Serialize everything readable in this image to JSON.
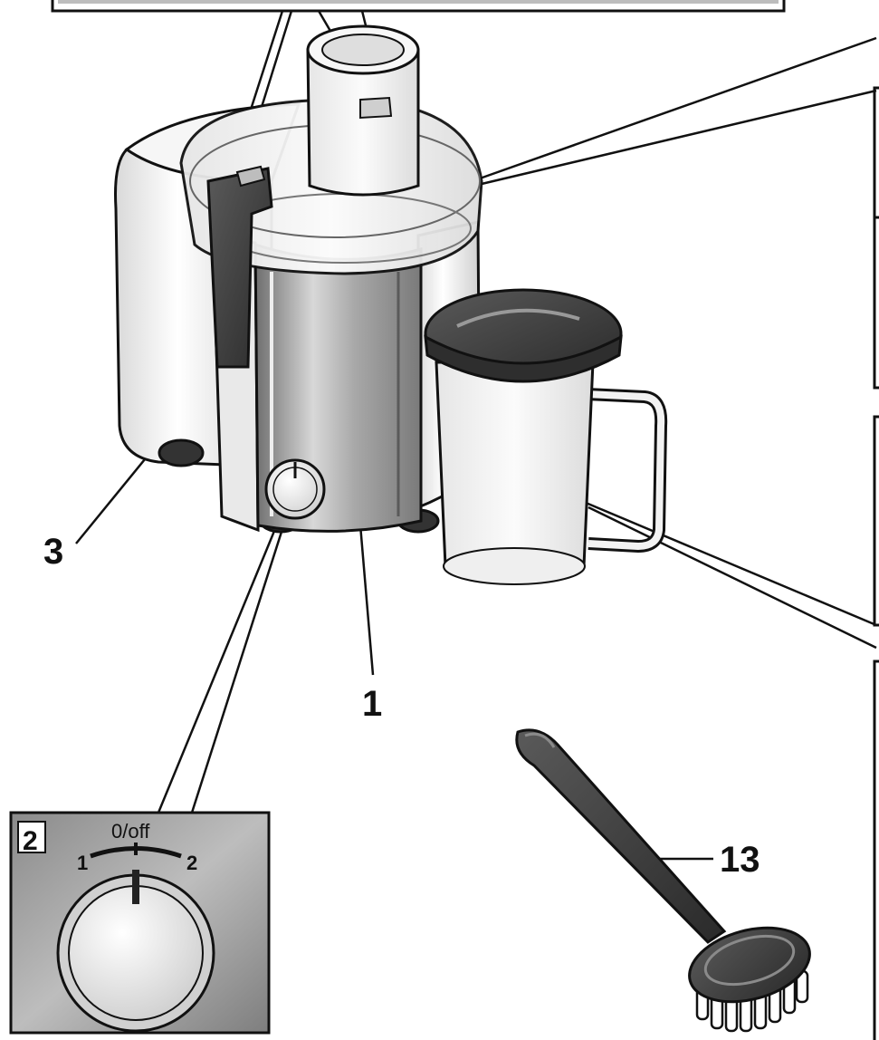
{
  "callouts": {
    "housing": "1",
    "switch_inset": "2",
    "pulp_container": "3",
    "brush": "13"
  },
  "dial": {
    "off_label": "0/off",
    "speed_1": "1",
    "speed_2": "2"
  },
  "colors": {
    "line": "#111111",
    "steel": "#9a9a9a",
    "plastic": "#f2f2f2",
    "dark_plastic": "#3e3e3e"
  }
}
